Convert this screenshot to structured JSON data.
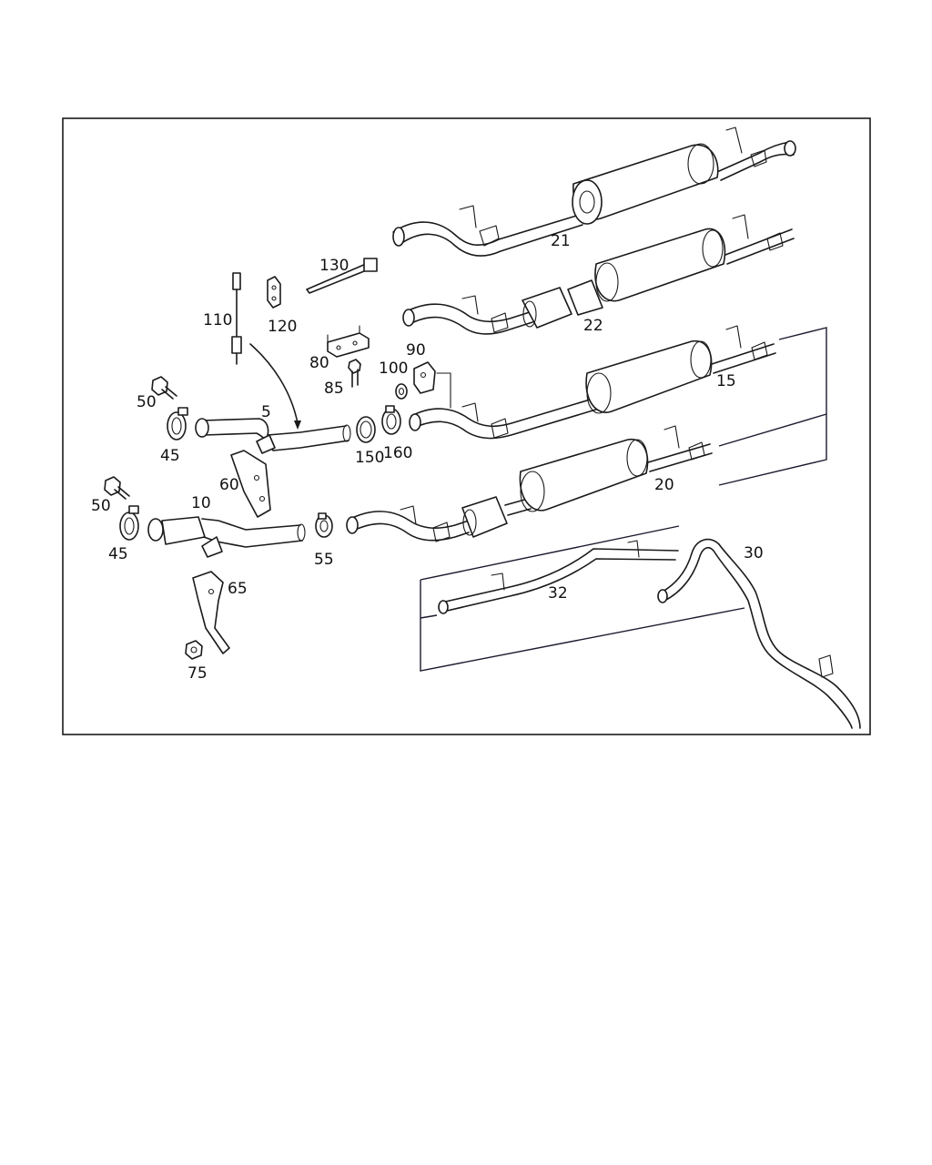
{
  "diagram": {
    "labels": {
      "p5": "5",
      "p10": "10",
      "p15": "15",
      "p20": "20",
      "p21": "21",
      "p22": "22",
      "p30": "30",
      "p32": "32",
      "p45a": "45",
      "p45b": "45",
      "p50a": "50",
      "p50b": "50",
      "p55": "55",
      "p60": "60",
      "p65": "65",
      "p75": "75",
      "p80": "80",
      "p85": "85",
      "p90": "90",
      "p100": "100",
      "p110": "110",
      "p120": "120",
      "p130": "130",
      "p150": "150",
      "p160": "160"
    }
  }
}
